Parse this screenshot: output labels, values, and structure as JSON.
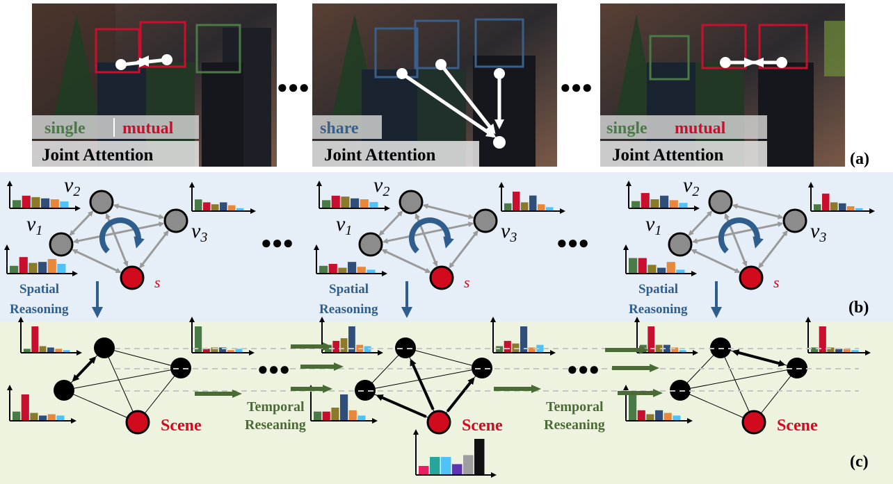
{
  "panel_a": {
    "frames": [
      {
        "labels": [
          {
            "text": "single",
            "color": "#4a7a45"
          },
          {
            "text": "mutual",
            "color": "#c8102e"
          }
        ],
        "caption": "Joint Attention"
      },
      {
        "labels": [
          {
            "text": "share",
            "color": "#3a5f8a"
          }
        ],
        "caption": "Joint Attention"
      },
      {
        "labels": [
          {
            "text": "single",
            "color": "#4a7a45"
          },
          {
            "text": "mutual",
            "color": "#c8102e"
          }
        ],
        "caption": "Joint Attention"
      }
    ],
    "ellipsis": "●●●",
    "tag": "(a)"
  },
  "panel_b": {
    "node_labels": {
      "v1": "v",
      "v1_sub": "1",
      "v2": "v",
      "v2_sub": "2",
      "v3": "v",
      "v3_sub": "3",
      "s": "s"
    },
    "step_label_line1": "Spatial",
    "step_label_line2": "Reasoning",
    "ellipsis": "●●●",
    "tag": "(b)"
  },
  "panel_c": {
    "scene_label": "Scene",
    "temporal_label_line1": "Temporal",
    "temporal_label_line2": "Reseaning",
    "ellipsis": "●●●",
    "tag": "(c)"
  },
  "colors": {
    "single": "#4a7a45",
    "mutual": "#c8102e",
    "share": "#3a5f8a",
    "panel_b_bg": "#e6eef8",
    "panel_c_bg": "#eef3e0",
    "arrow_blue": "#2f5e8c",
    "arrow_green": "#4a6b35",
    "node_gray": "#8c8c8c",
    "node_red": "#d10a1e"
  },
  "histograms": {
    "bar_colors": [
      "#4a7a45",
      "#c8102e",
      "#8a7a2a",
      "#2f4f7a",
      "#e8873a",
      "#4fc3f7"
    ],
    "hist_b_left_top": [
      0.45,
      0.7,
      0.62,
      0.55,
      0.5,
      0.38
    ],
    "hist_b_left_bottom": [
      0.4,
      0.85,
      0.55,
      0.6,
      0.75,
      0.5
    ],
    "hist_b_right": [
      0.6,
      0.45,
      0.35,
      0.45,
      0.3,
      0.15
    ],
    "hist_b_mid_top": [
      0.45,
      0.7,
      0.65,
      0.55,
      0.5,
      0.35
    ],
    "hist_b_mid_bottom": [
      0.4,
      0.5,
      0.3,
      0.6,
      0.35,
      0.2
    ],
    "hist_b_mid_right": [
      0.4,
      1.0,
      0.45,
      0.8,
      0.35,
      0.2
    ],
    "hist_b_r_top": [
      0.4,
      0.85,
      0.5,
      0.7,
      0.45,
      0.3
    ],
    "hist_b_r_bottom": [
      0.8,
      0.8,
      0.45,
      0.3,
      0.6,
      0.2
    ],
    "hist_b_r_right": [
      0.35,
      0.9,
      0.45,
      0.4,
      0.25,
      0.15
    ],
    "hist_c_left_top": [
      0.15,
      1.0,
      0.25,
      0.2,
      0.15,
      0.1
    ],
    "hist_c_left_bottom": [
      0.35,
      1.0,
      0.3,
      0.2,
      0.25,
      0.2
    ],
    "hist_c_left_right": [
      1.0,
      0.15,
      0.2,
      0.2,
      0.1,
      0.15
    ],
    "hist_c_mid_top": [
      0.3,
      0.45,
      0.55,
      1.0,
      0.3,
      0.25
    ],
    "hist_c_mid_bottom": [
      0.35,
      0.35,
      0.5,
      1.0,
      0.4,
      0.2
    ],
    "hist_c_mid_right": [
      0.25,
      0.45,
      0.35,
      1.0,
      0.2,
      0.3
    ],
    "hist_c_r_top": [
      0.3,
      1.0,
      0.3,
      0.3,
      0.2,
      0.1
    ],
    "hist_c_r_bottom": [
      1.0,
      0.4,
      0.25,
      0.4,
      0.3,
      0.2
    ],
    "hist_c_r_right": [
      0.2,
      1.0,
      0.2,
      0.15,
      0.15,
      0.1
    ],
    "hist_scene_colors": [
      "#e91e63",
      "#26a69a",
      "#4fc3f7",
      "#5e35b1",
      "#9e9e9e",
      "#111111"
    ],
    "hist_scene": [
      0.25,
      0.5,
      0.5,
      0.3,
      0.55,
      1.0
    ]
  }
}
